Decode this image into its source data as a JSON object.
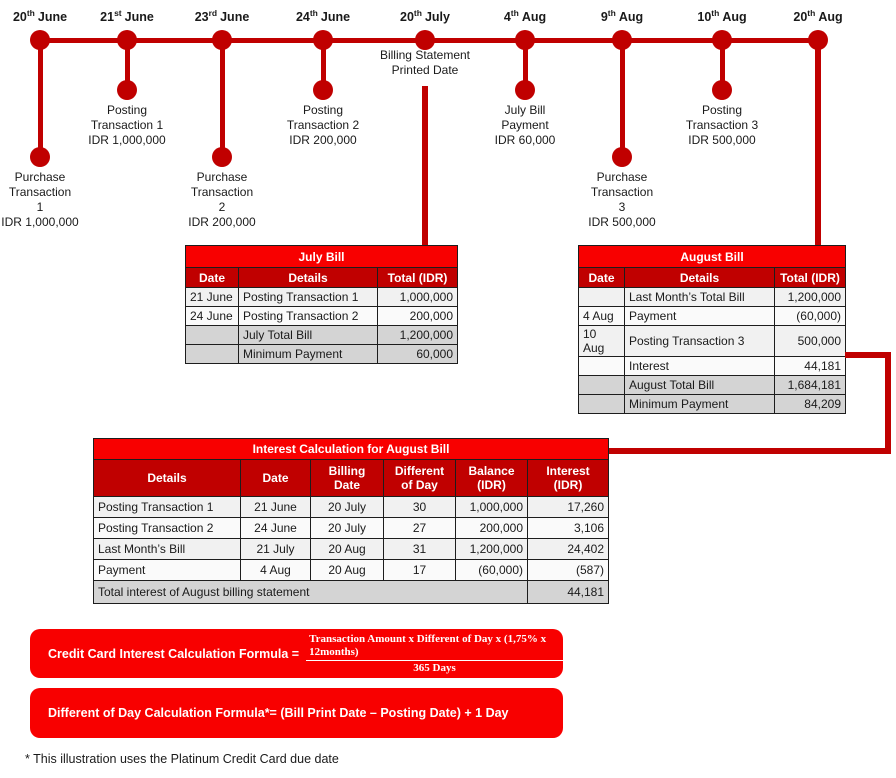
{
  "colors": {
    "dark_red": "#C00000",
    "bright_red": "#F80000",
    "gray_row": "#D4D4D4",
    "light_row": "#F1F1F1"
  },
  "timeline": {
    "events": [
      {
        "day": "20",
        "suffix": "th",
        "month": "June",
        "label": "Purchase\nTransaction\n1\nIDR 1,000,000"
      },
      {
        "day": "21",
        "suffix": "st",
        "month": "June",
        "label": "Posting\nTransaction 1\nIDR 1,000,000"
      },
      {
        "day": "23",
        "suffix": "rd",
        "month": "June",
        "label": "Purchase\nTransaction\n2\nIDR 200,000"
      },
      {
        "day": "24",
        "suffix": "th",
        "month": "June",
        "label": "Posting\nTransaction 2\nIDR 200,000"
      },
      {
        "day": "20",
        "suffix": "th",
        "month": "July",
        "label": "Billing Statement\nPrinted Date"
      },
      {
        "day": "4",
        "suffix": "th",
        "month": "Aug",
        "label": "July Bill\nPayment\nIDR 60,000"
      },
      {
        "day": "9",
        "suffix": "th",
        "month": "Aug",
        "label": "Purchase\nTransaction\n3\nIDR 500,000"
      },
      {
        "day": "10",
        "suffix": "th",
        "month": "Aug",
        "label": "Posting\nTransaction 3\nIDR 500,000"
      },
      {
        "day": "20",
        "suffix": "th",
        "month": "Aug",
        "label": ""
      }
    ]
  },
  "july_bill": {
    "title": "July Bill",
    "columns": [
      "Date",
      "Details",
      "Total (IDR)"
    ],
    "rows": [
      {
        "date": "21 June",
        "details": "Posting Transaction 1",
        "total": "1,000,000"
      },
      {
        "date": "24 June",
        "details": "Posting Transaction 2",
        "total": "200,000"
      },
      {
        "date": "",
        "details": "July Total Bill",
        "total": "1,200,000"
      },
      {
        "date": "",
        "details": "Minimum Payment",
        "total": "60,000"
      }
    ]
  },
  "august_bill": {
    "title": "August Bill",
    "columns": [
      "Date",
      "Details",
      "Total (IDR)"
    ],
    "rows": [
      {
        "date": "",
        "details": "Last Month’s Total Bill",
        "total": "1,200,000"
      },
      {
        "date": "4 Aug",
        "details": "Payment",
        "total": "(60,000)"
      },
      {
        "date": "10 Aug",
        "details": "Posting Transaction 3",
        "total": "500,000"
      },
      {
        "date": "",
        "details": "Interest",
        "total": "44,181"
      },
      {
        "date": "",
        "details": "August Total Bill",
        "total": "1,684,181"
      },
      {
        "date": "",
        "details": "Minimum Payment",
        "total": "84,209"
      }
    ]
  },
  "interest_table": {
    "title": "Interest Calculation for August Bill",
    "columns": [
      "Details",
      "Date",
      "Billing Date",
      "Different of Day",
      "Balance (IDR)",
      "Interest (IDR)"
    ],
    "rows": [
      [
        "Posting Transaction 1",
        "21 June",
        "20 July",
        "30",
        "1,000,000",
        "17,260"
      ],
      [
        "Posting Transaction 2",
        "24 June",
        "20 July",
        "27",
        "200,000",
        "3,106"
      ],
      [
        "Last Month’s Bill",
        "21 July",
        "20 Aug",
        "31",
        "1,200,000",
        "24,402"
      ],
      [
        "Payment",
        "4 Aug",
        "20 Aug",
        "17",
        "(60,000)",
        "(587)"
      ]
    ],
    "total_label": "Total interest of August billing statement",
    "total_value": "44,181"
  },
  "formula_interest": {
    "lead": "Credit Card Interest Calculation Formula =",
    "numerator": "Transaction Amount x Different of Day x (1,75% x 12months)",
    "denominator": "365 Days"
  },
  "formula_day": {
    "text": "Different of Day Calculation Formula*= (Bill Print Date – Posting Date) + 1 Day"
  },
  "footnote": "* This illustration uses the Platinum Credit Card due date"
}
